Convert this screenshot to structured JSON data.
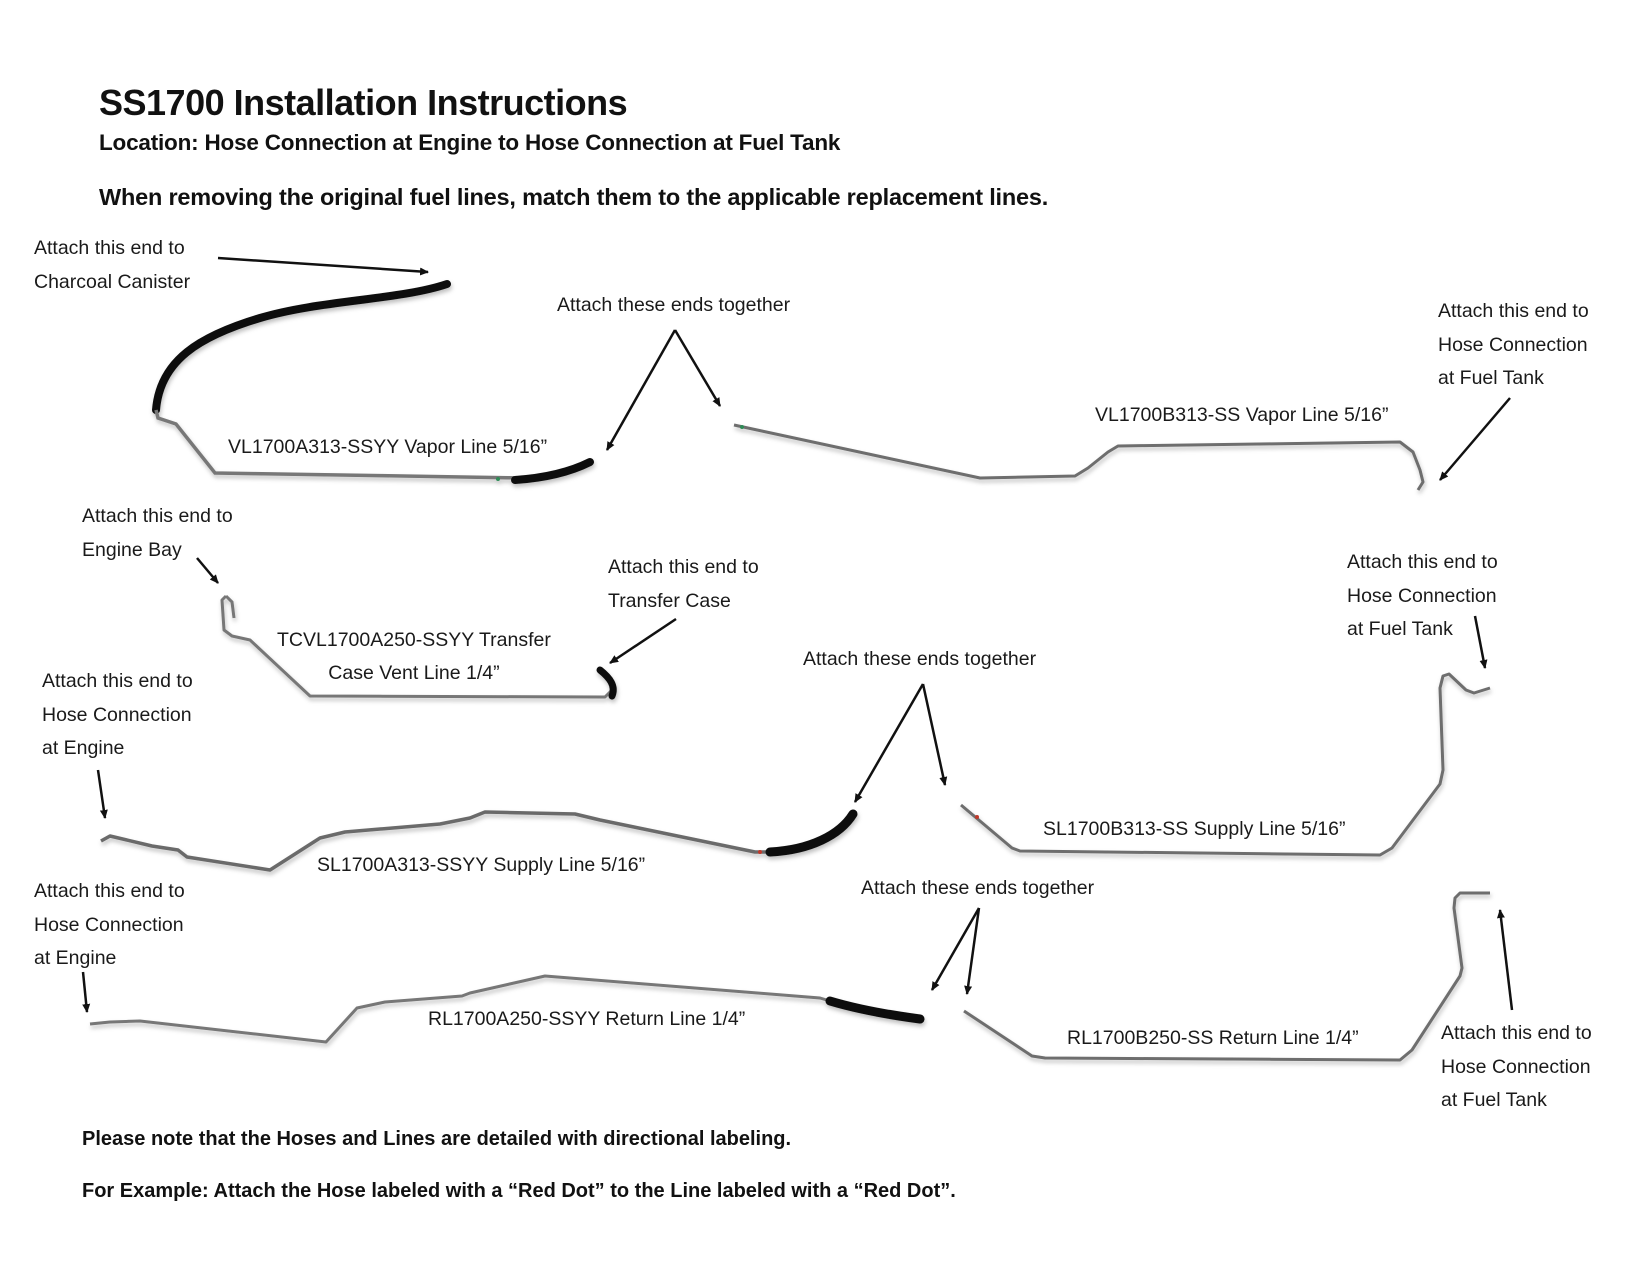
{
  "document": {
    "title": "SS1700 Installation Instructions",
    "subtitle": "Location: Hose Connection at Engine to Hose Connection at Fuel Tank",
    "instruction": "When removing the original fuel lines, match them to the applicable replacement lines."
  },
  "callouts": {
    "charcoal_canister": [
      "Attach this end to",
      "Charcoal Canister"
    ],
    "vapor_join": "Attach these ends together",
    "vapor_fuel_tank": [
      "Attach this end to",
      "Hose Connection",
      "at Fuel Tank"
    ],
    "engine_bay": [
      "Attach this end to",
      "Engine Bay"
    ],
    "transfer_case": [
      "Attach this end to",
      "Transfer Case"
    ],
    "supply_fuel_tank": [
      "Attach this end to",
      "Hose Connection",
      "at Fuel Tank"
    ],
    "supply_engine": [
      "Attach this end to",
      "Hose Connection",
      "at Engine"
    ],
    "supply_join": "Attach these ends together",
    "return_engine": [
      "Attach this end to",
      "Hose Connection",
      "at Engine"
    ],
    "return_join": "Attach these ends together",
    "return_fuel_tank": [
      "Attach this end to",
      "Hose Connection",
      "at Fuel Tank"
    ]
  },
  "parts": {
    "vapor_a": "VL1700A313-SSYY Vapor Line 5/16”",
    "vapor_b": "VL1700B313-SS Vapor Line 5/16”",
    "transfer_case_vent": [
      "TCVL1700A250-SSYY Transfer",
      "Case Vent  Line 1/4”"
    ],
    "supply_a": "SL1700A313-SSYY Supply Line 5/16”",
    "supply_b": "SL1700B313-SS Supply Line 5/16”",
    "return_a": "RL1700A250-SSYY Return Line 1/4”",
    "return_b": "RL1700B250-SS Return Line 1/4”"
  },
  "notes": {
    "directional": "Please note that the Hoses and Lines are detailed with directional labeling.",
    "example": "For Example: Attach the Hose labeled with a “Red Dot” to the Line labeled with a “Red Dot”."
  },
  "colors": {
    "hose": "#111111",
    "metal_line": "#6e6e6e",
    "red_dot_marker": "#c0392b",
    "green_marker": "#2e8b57"
  }
}
